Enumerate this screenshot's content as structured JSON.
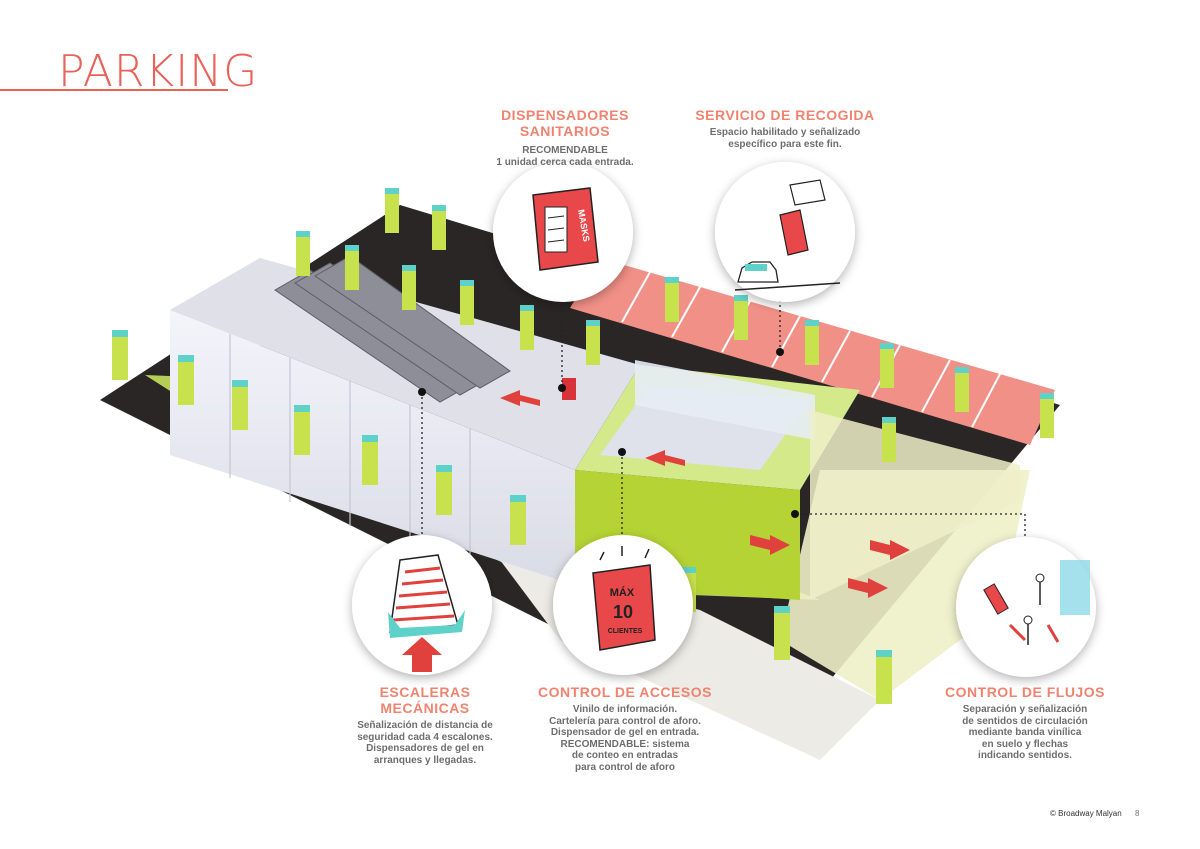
{
  "page": {
    "title": "PARKING",
    "footer_copyright": "© Broadway Malyan",
    "page_number": "8"
  },
  "colors": {
    "accent": "#e8625a",
    "lime": "#b5d334",
    "asphalt": "#2b2626",
    "parking_bay": "#f19087"
  },
  "callouts": {
    "dispensers": {
      "title": "DISPENSADORES\nSANITARIOS",
      "text": "RECOMENDABLE\n1 unidad cerca cada entrada.",
      "icon": "sanitizer-dispenser-icon",
      "sign_text": "MASKS"
    },
    "pickup": {
      "title": "SERVICIO DE RECOGIDA",
      "text": "Espacio habilitado y señalizado\nespecífico para este fin.",
      "icon": "pickup-car-icon"
    },
    "escalators": {
      "title": "ESCALERAS\nMECÁNICAS",
      "text": "Señalización de distancia de\nseguridad cada 4 escalones.\nDispensadores de gel en\narranques y llegadas.",
      "icon": "escalator-icon"
    },
    "access": {
      "title": "CONTROL DE ACCESOS",
      "text": "Vinilo de información.\nCartelería para control de aforo.\nDispensador de gel en entrada.\nRECOMENDABLE: sistema\nde conteo en entradas\npara control de aforo",
      "icon": "capacity-sign-icon",
      "sign_text_1": "MÁX",
      "sign_text_2": "10",
      "sign_text_3": "CLIENTES"
    },
    "flows": {
      "title": "CONTROL DE FLUJOS",
      "text": "Separación y señalización\nde sentidos de circulación\nmediante banda vinílica\nen suelo y flechas\nindicando sentidos.",
      "icon": "flow-arrows-icon"
    }
  }
}
